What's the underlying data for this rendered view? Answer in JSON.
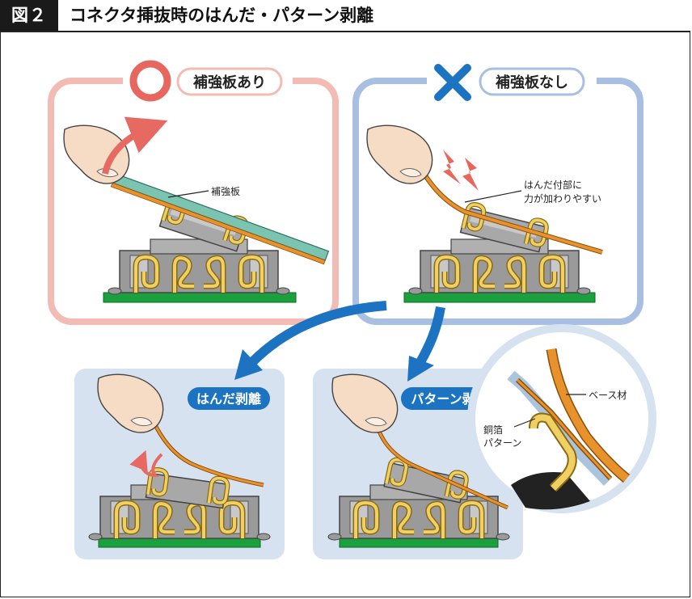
{
  "header": {
    "figure_label": "図２",
    "title": "コネクタ挿抜時のはんだ・パターン剥離"
  },
  "panels": {
    "good": {
      "symbol": "〇",
      "pill": "補強板あり",
      "callout": "補強板"
    },
    "bad": {
      "symbol": "✕",
      "pill": "補強板なし",
      "callout_line1": "はんだ付部に",
      "callout_line2": "力が加わりやすい"
    },
    "solder": {
      "tag": "はんだ剥離"
    },
    "pattern": {
      "tag": "パターン剥離",
      "base_label": "ベース材",
      "copper_line1": "銅箔",
      "copper_line2": "パターン"
    }
  },
  "colors": {
    "good_border": "#f2bcb4",
    "bad_border": "#a9bfe2",
    "panel_fill": "#d7e2f1",
    "arrow_blue": "#1b73c2",
    "circle_red": "#e7675f",
    "board_green": "#1aa03c",
    "flex_orange": "#e8922c",
    "stiffener_teal": "#7cc4b2",
    "gold": "#e0bb4a"
  }
}
